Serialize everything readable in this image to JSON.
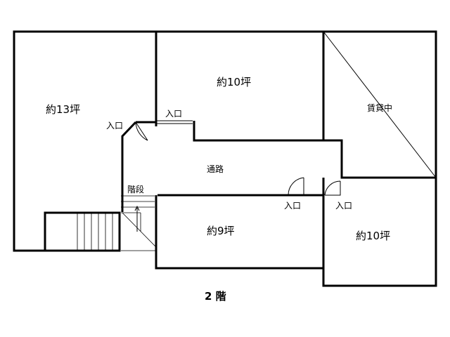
{
  "rooms": {
    "room_left": "約13坪",
    "room_top_center": "約10坪",
    "room_rented": "賃貸中",
    "room_bottom_center": "約9坪",
    "room_bottom_right": "約10坪"
  },
  "labels": {
    "corridor": "通路",
    "stairs": "階段",
    "entrance": "入口"
  },
  "floor_title": "2 階"
}
